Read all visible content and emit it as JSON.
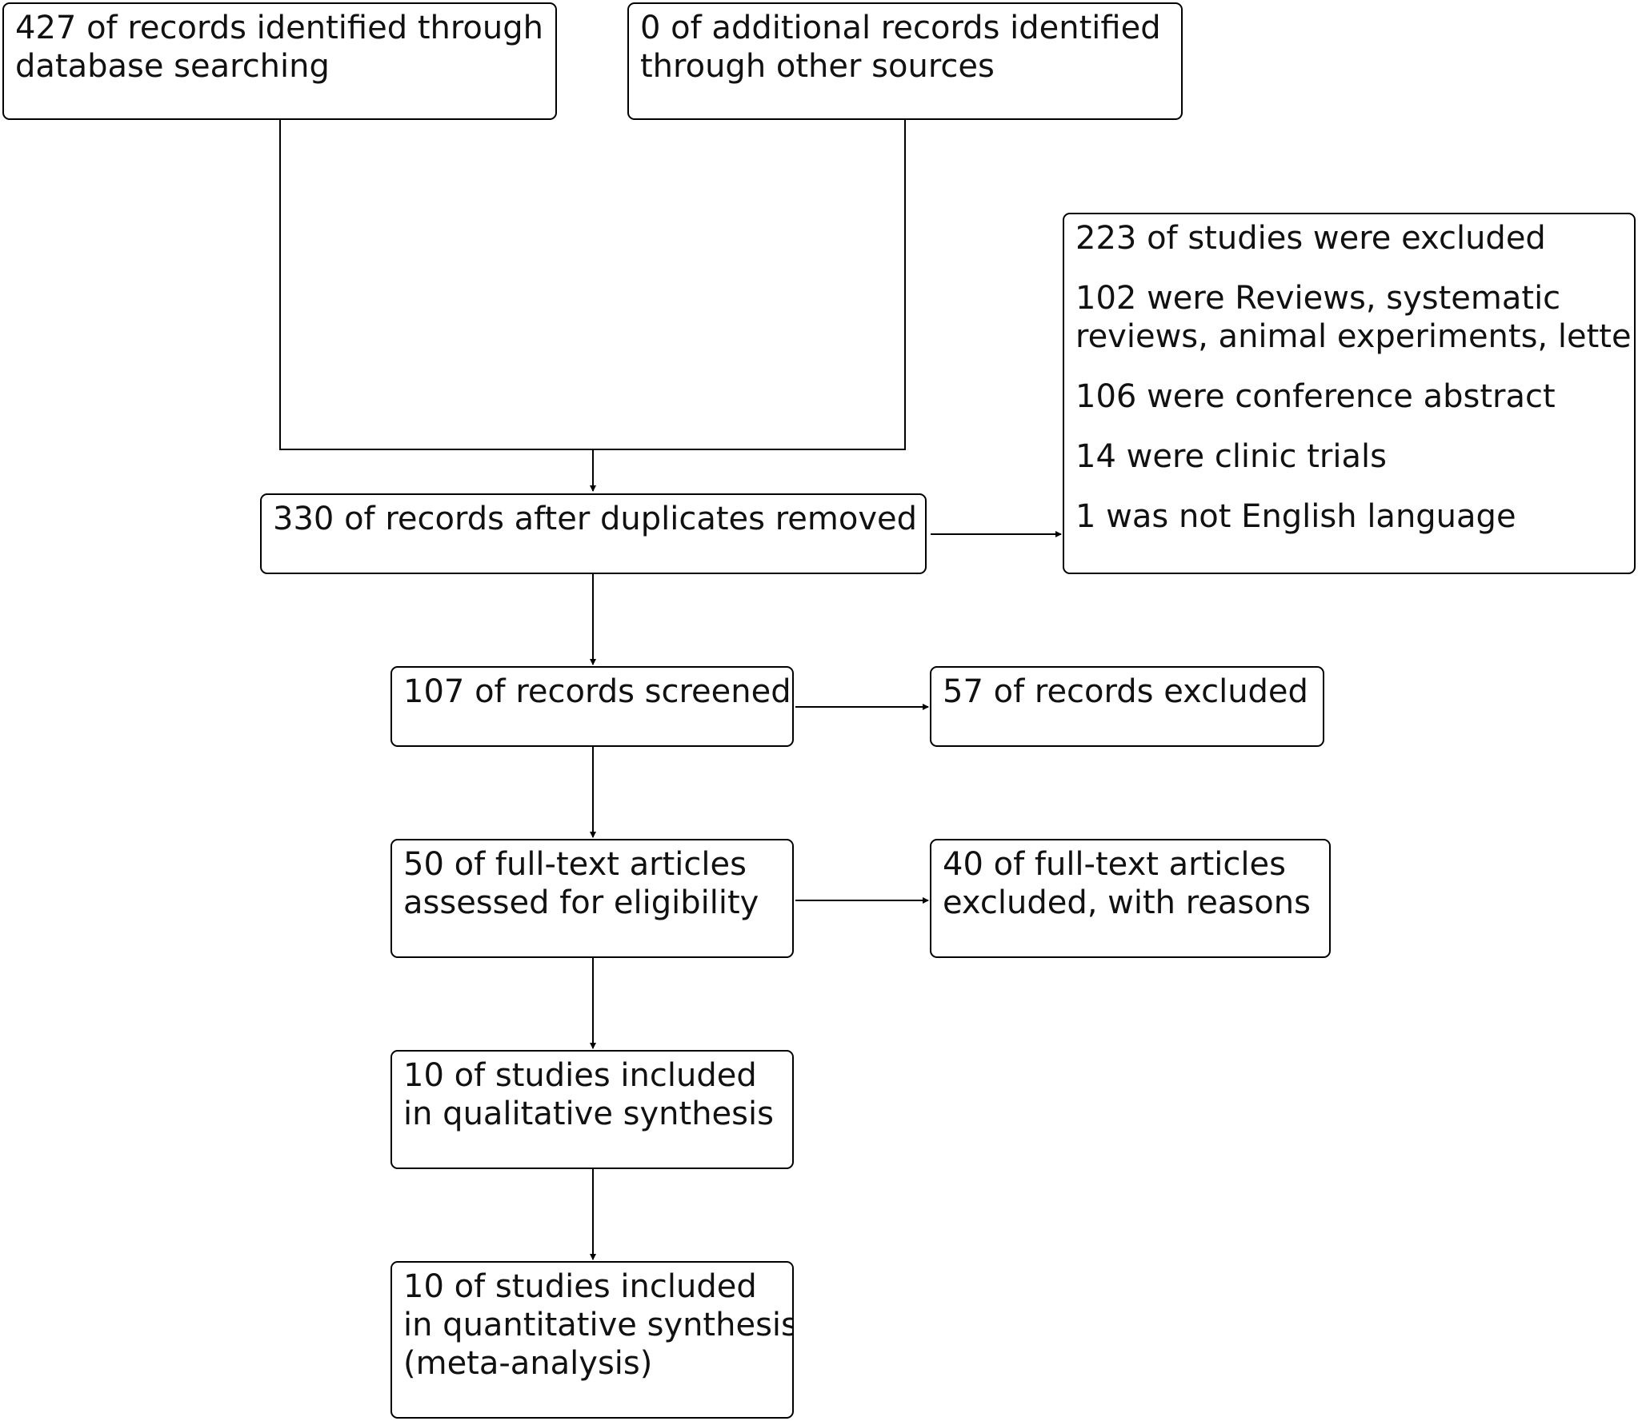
{
  "boxes": {
    "database_records": [
      "427 of records identified through",
      "database searching"
    ],
    "other_records": [
      "0 of additional records identified",
      "through other sources"
    ],
    "after_duplicates": [
      "330 of records after duplicates removed"
    ],
    "excluded_studies": {
      "heading": "223 of studies were excluded",
      "reasons": [
        [
          "102 were Reviews, systematic",
          "reviews, animal experiments, letter"
        ],
        [
          "106 were conference abstract"
        ],
        [
          "14 were clinic trials"
        ],
        [
          "1 was not English language"
        ]
      ]
    },
    "screened": [
      "107 of records screened"
    ],
    "records_excluded": [
      "57 of records excluded"
    ],
    "fulltext_assessed": [
      "50 of full-text articles",
      "assessed for eligibility"
    ],
    "fulltext_excluded": [
      "40 of full-text articles",
      "excluded, with reasons"
    ],
    "qualitative": [
      "10 of studies included",
      "in qualitative synthesis"
    ],
    "quantitative": [
      "10 of studies included",
      "in quantitative synthesis",
      "(meta-analysis)"
    ]
  },
  "colors": {
    "stroke": "#000000",
    "text": "#111111",
    "background": "#ffffff"
  }
}
